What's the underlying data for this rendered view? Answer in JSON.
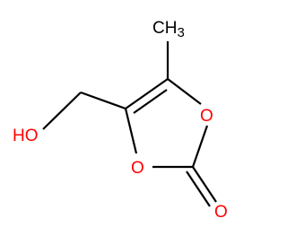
{
  "molecule": {
    "atoms": {
      "methyl": {
        "main": "CH",
        "sub": "3"
      },
      "ring_oxygen_right": "O",
      "ring_oxygen_bottom": "O",
      "carbonyl_oxygen": "O",
      "hydroxyl": "HO"
    },
    "colors": {
      "bond": "#000000",
      "carbon_label": "#000000",
      "oxygen_label": "#ff0000"
    }
  }
}
